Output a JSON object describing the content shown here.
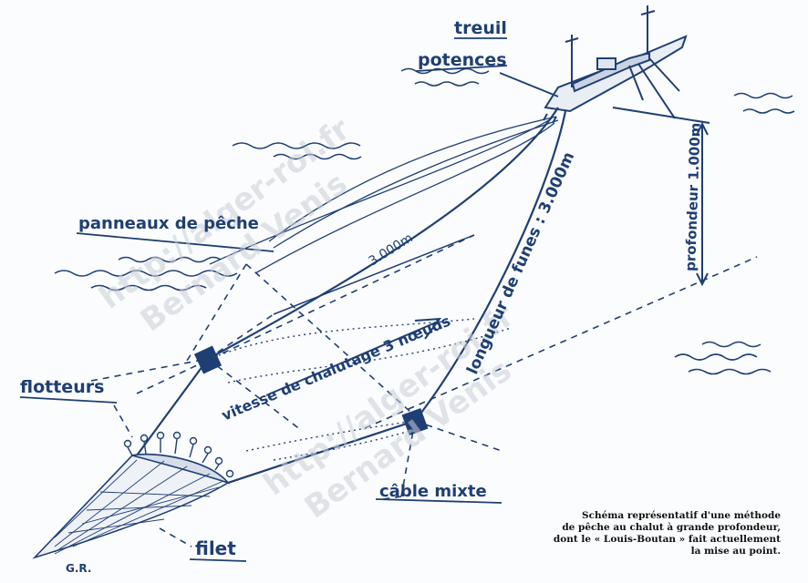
{
  "labels": {
    "treuil": "treuil",
    "potences": "potences",
    "panneaux": "panneaux de pêche",
    "flotteurs": "flotteurs",
    "filet": "filet",
    "cable": "câble mixte",
    "vitesse": "vitesse de chalutage 3 nœuds",
    "longueur": "longueur de funes : 3.000m",
    "profondeur": "profondeur 1.000m",
    "distance": "3.000m",
    "initials": "G.R."
  },
  "watermark": {
    "line1": "http://alger-roi.fr",
    "line2": "Bernard Venis"
  },
  "caption": {
    "line1": "Schéma représentatif d'une méthode",
    "line2": "de pêche au chalut à grande profondeur,",
    "line3": "dont le « Louis-Boutan » fait actuellement",
    "line4": "la mise au point."
  },
  "colors": {
    "ink": "#1f3f74",
    "paper": "#fbfcfd",
    "watermark": "#c9cfd8"
  }
}
